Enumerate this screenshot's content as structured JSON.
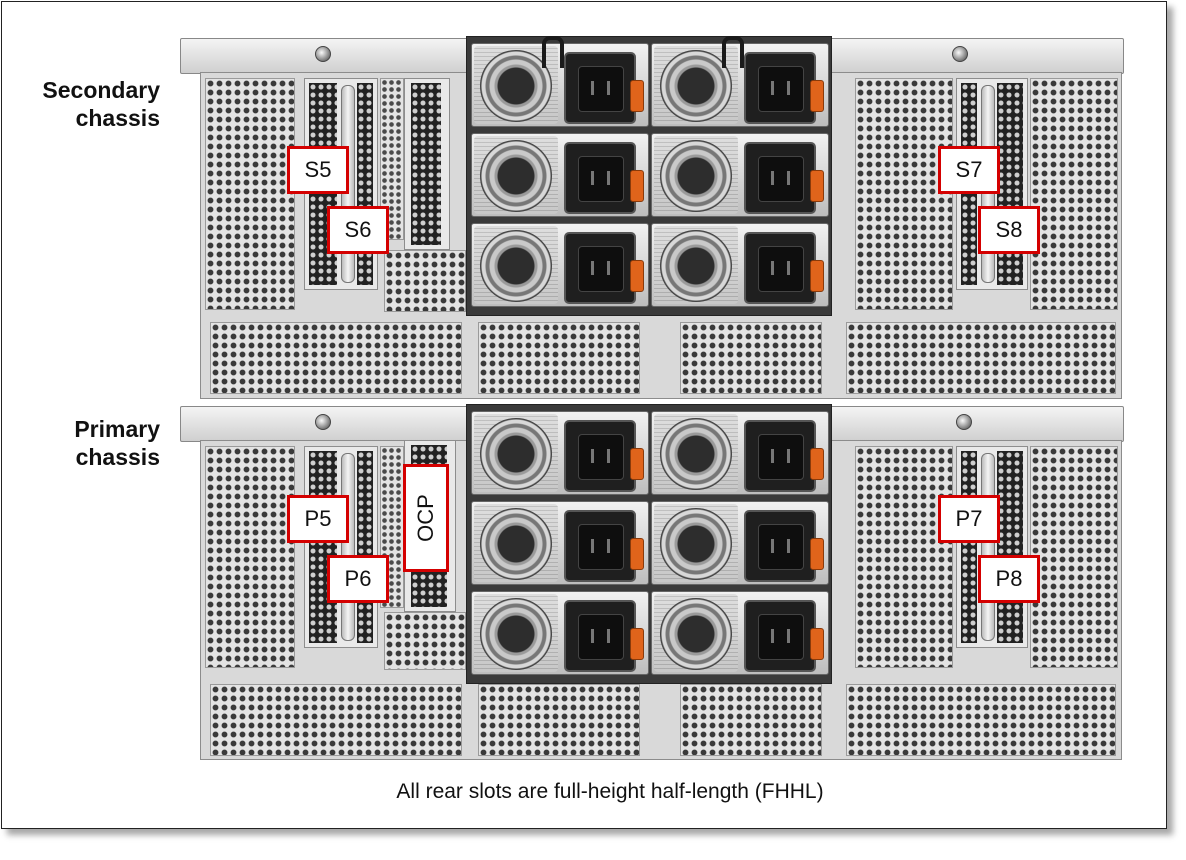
{
  "labels": {
    "secondary_line1": "Secondary",
    "secondary_line2": "chassis",
    "primary_line1": "Primary",
    "primary_line2": "chassis"
  },
  "slots": {
    "s5": "S5",
    "s6": "S6",
    "s7": "S7",
    "s8": "S8",
    "p5": "P5",
    "p6": "P6",
    "p7": "P7",
    "p8": "P8",
    "ocp": "OCP"
  },
  "caption": "All rear slots are full-height half-length (FHHL)",
  "colors": {
    "label_border": "#d40000",
    "psu_latch": "#e0641b"
  }
}
